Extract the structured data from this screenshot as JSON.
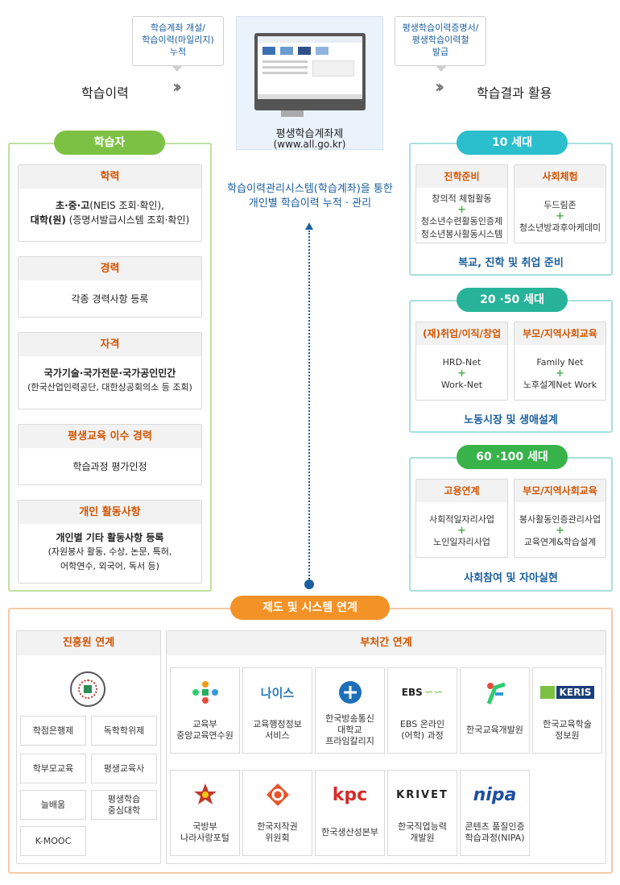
{
  "header": {
    "left_title": "학습이력",
    "right_title": "학습결과 활용",
    "left_callout": [
      "학습계좌 개설/",
      "학습이력(마일리지)",
      "누적"
    ],
    "right_callout": [
      "평생학습이력증명서/",
      "평생학습이력철",
      "발급"
    ]
  },
  "site": {
    "name": "평생학습계좌제",
    "url": "(www.all.go.kr)",
    "desc": [
      "학습이력관리시스템(학습계좌)을 통한",
      "개인별 학습이력 누적 · 관리"
    ]
  },
  "learner": {
    "title": "학습자",
    "cards": [
      {
        "head": "학력",
        "lines": [
          [
            "초·중·고",
            "(NEIS 조회·확인),"
          ],
          [
            "대학(원)",
            " (증명서발급시스템  조회·확인)"
          ]
        ]
      },
      {
        "head": "경력",
        "lines": [
          [
            "",
            "각종 경력사항 등록"
          ]
        ]
      },
      {
        "head": "자격",
        "lines": [
          [
            "",
            "국가기술·국가전문·국가공인민간"
          ],
          [
            "",
            "(한국산업인력공단,  대한상공회의소 등 조회)"
          ]
        ]
      },
      {
        "head": "평생교육 이수 경력",
        "lines": [
          [
            "",
            "학습과정 평가인정"
          ]
        ]
      },
      {
        "head": "개인 활동사항",
        "lines": [
          [
            "",
            "개인별 기타 활동사항 등록"
          ],
          [
            "",
            "(자원봉사 활동, 수상, 논문, 특허,"
          ],
          [
            "",
            "어학연수, 외국어, 독서 등)"
          ]
        ]
      }
    ]
  },
  "generations": [
    {
      "title": "10 세대",
      "color": "#2bbfcd",
      "footer": "복교, 진학 및 취업 준비",
      "cards": [
        {
          "head": "진학준비",
          "items": [
            "창의적 체험활동",
            "+",
            "청소년수련활동인증제",
            "청소년봉사활동시스템"
          ]
        },
        {
          "head": "사회체험",
          "items": [
            "두드림존",
            "+",
            "청소년방과후아케데미"
          ]
        }
      ]
    },
    {
      "title": "20 ·50 세대",
      "color": "#26b39a",
      "footer": "노동시장 및 생애설계",
      "cards": [
        {
          "head": "(재)취업/이직/창업",
          "items": [
            "HRD-Net",
            "+",
            "Work-Net"
          ]
        },
        {
          "head": "부모/지역사회교육",
          "items": [
            "Family Net",
            "+",
            "노후설계Net Work"
          ]
        }
      ]
    },
    {
      "title": "60 ·100 세대",
      "color": "#37b34a",
      "footer": "사회참여 및 자아실현",
      "cards": [
        {
          "head": "고용연계",
          "items": [
            "사회적일자리사업",
            "+",
            "노인일자리사업"
          ]
        },
        {
          "head": "부모/지역사회교육",
          "items": [
            "봉사활동인증관리사업",
            "+",
            "교육연계&학습설계"
          ]
        }
      ]
    }
  ],
  "system": {
    "title": "제도 및 시스템 연계",
    "left_panel": {
      "title": "진흥원 연계",
      "items": [
        "학점은행제",
        "독학학위제",
        "학부모교육",
        "평생교육사",
        "늘배움",
        "평생학습\n중심대학",
        "K-MOOC"
      ]
    },
    "right_panel": {
      "title": "부처간 연계",
      "orgs": [
        {
          "name": "교육부\n중앙교육연수원",
          "logo": "moe-logo"
        },
        {
          "name": "교육행정정보\n서비스",
          "logo": "neis-logo",
          "logo_text": "나이스"
        },
        {
          "name": "한국방송통신\n대학교\n프라임칼리지",
          "logo": "knou-logo"
        },
        {
          "name": "EBS 온라인\n(어학) 과정",
          "logo": "ebs-logo",
          "logo_text": "EBS"
        },
        {
          "name": "한국교육개발원",
          "logo": "kedi-logo"
        },
        {
          "name": "한국교육학술\n정보원",
          "logo": "keris-logo",
          "logo_text": "KERIS"
        },
        {
          "name": "국방부\n나라사랑포털",
          "logo": "mnd-logo"
        },
        {
          "name": "한국저작권\n위원회",
          "logo": "copyright-logo"
        },
        {
          "name": "한국생산성본부",
          "logo": "kpc-logo",
          "logo_text": "kpc"
        },
        {
          "name": "한국직업능력\n개발원",
          "logo": "krivet-logo",
          "logo_text": "KRIVET"
        },
        {
          "name": "콘텐츠 품질인증\n학습과정(NIPA)",
          "logo": "nipa-logo",
          "logo_text": "nipa"
        }
      ]
    }
  }
}
